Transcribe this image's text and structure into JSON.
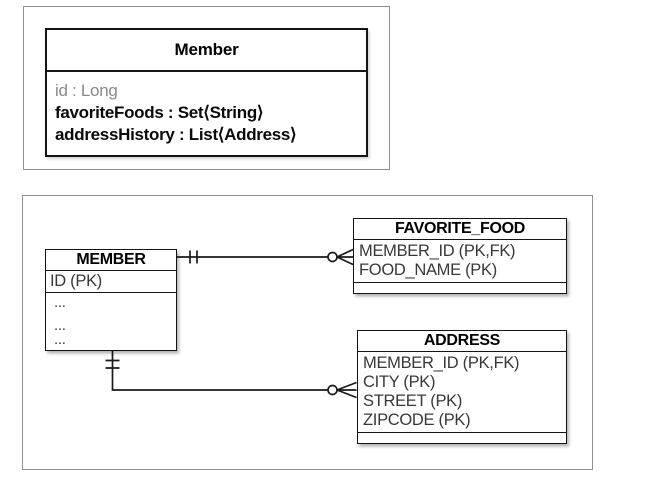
{
  "uml": {
    "title": "Member",
    "fields": [
      {
        "text": "id : Long"
      },
      {
        "text": "favoriteFoods : Set⟨String⟩"
      },
      {
        "text": "addressHistory : List⟨Address⟩"
      }
    ]
  },
  "erd": {
    "member": {
      "title": "MEMBER",
      "key_row": "ID (PK)",
      "dots": [
        "...",
        "...",
        "..."
      ]
    },
    "favorite_food": {
      "title": "FAVORITE_FOOD",
      "attrs": [
        "MEMBER_ID (PK,FK)",
        "FOOD_NAME (PK)"
      ]
    },
    "address": {
      "title": "ADDRESS",
      "attrs": [
        "MEMBER_ID (PK,FK)",
        "CITY (PK)",
        "STREET (PK)",
        "ZIPCODE (PK)"
      ]
    },
    "relationships": [
      {
        "from": "MEMBER",
        "to": "FAVORITE_FOOD",
        "from_notation": "exactly-one",
        "to_notation": "zero-or-many"
      },
      {
        "from": "MEMBER",
        "to": "ADDRESS",
        "from_notation": "exactly-one",
        "to_notation": "zero-or-many"
      }
    ]
  },
  "colors": {
    "box_border": "#141414",
    "panel_border": "#909090",
    "muted_text": "#8a8a8a",
    "attr_text": "#383838"
  }
}
